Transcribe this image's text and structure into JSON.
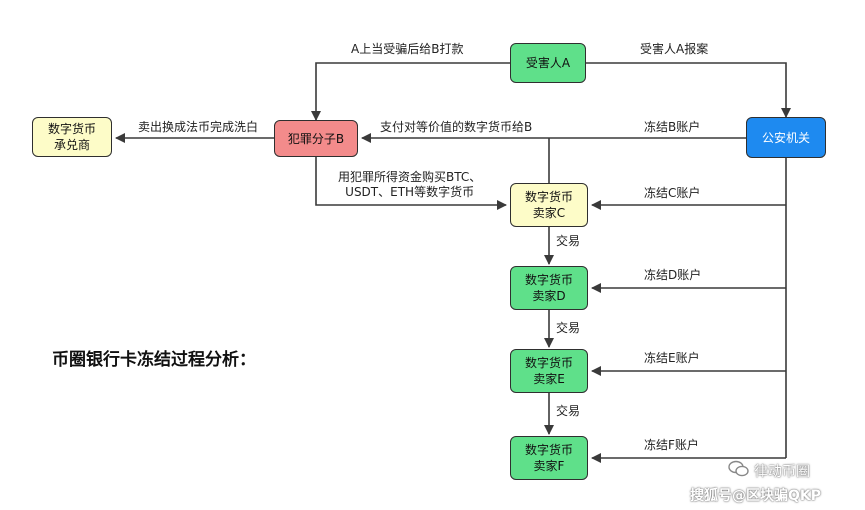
{
  "nodes": {
    "victim": "受害人A",
    "criminal": "犯罪分子B",
    "police": "公安机关",
    "exchanger": "数字货币\n承兑商",
    "seller_c": "数字货币\n卖家C",
    "seller_d": "数字货币\n卖家D",
    "seller_e": "数字货币\n卖家E",
    "seller_f": "数字货币\n卖家F"
  },
  "edges": {
    "victim_to_criminal": "A上当受骗后给B打款",
    "victim_to_police": "受害人A报案",
    "criminal_to_exchanger": "卖出换成法币完成洗白",
    "c_to_criminal": "支付对等价值的数字货币给B",
    "criminal_to_c": "用犯罪所得资金购买BTC、\nUSDT、ETH等数字货币",
    "freeze_b": "冻结B账户",
    "freeze_c": "冻结C账户",
    "freeze_d": "冻结D账户",
    "freeze_e": "冻结E账户",
    "freeze_f": "冻结F账户",
    "trade_cd": "交易",
    "trade_de": "交易",
    "trade_ef": "交易"
  },
  "heading": "币圈银行卡冻结过程分析：",
  "watermark": {
    "account": "律动币圈",
    "source": "搜狐号@区块骗QKP"
  },
  "colors": {
    "victim_green": "#5fe08a",
    "criminal_red": "#f38b8b",
    "seller_c_yellow": "#fdfcc8",
    "police_blue": "#1e8af0",
    "line": "#3a3a3a"
  }
}
